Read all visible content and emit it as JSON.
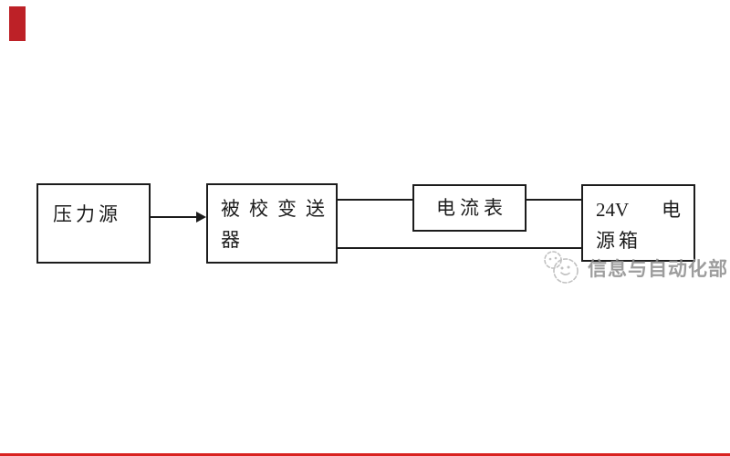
{
  "page": {
    "background": "#ffffff",
    "red_block_color": "#bd2127",
    "red_bottom_line_color": "#d92220"
  },
  "diagram": {
    "stroke_color": "#1c1c1c",
    "nodes": {
      "pressure_source": {
        "label": "压力源"
      },
      "transmitter": {
        "label": "被校变送器",
        "line1": "被校变送",
        "line2": "器"
      },
      "ammeter": {
        "label": "电流表"
      },
      "power_box": {
        "label": "24V 电源箱",
        "line1_left": "24V",
        "line1_right": "电",
        "line2": "源箱"
      }
    },
    "connections": [
      {
        "from": "pressure_source",
        "to": "transmitter",
        "type": "arrow"
      },
      {
        "from": "transmitter",
        "to": "ammeter",
        "type": "line"
      },
      {
        "from": "ammeter",
        "to": "power_box",
        "type": "line"
      },
      {
        "from": "transmitter",
        "to": "power_box",
        "type": "line"
      }
    ]
  },
  "watermark": {
    "text": "信息与自动化部",
    "icon": "doodle-smiley-icon",
    "color": "#8d8d8d"
  }
}
